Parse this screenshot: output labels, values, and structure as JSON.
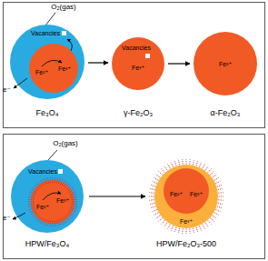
{
  "diagram": {
    "nodes": [
      {
        "text": [
          "Vacancies",
          "Fe₃O₄"
        ]
      },
      {
        "text": [
          "Fe²⁺",
          "Fe³⁺"
        ],
        "in": 0
      },
      {
        "text": [
          "Vacancies",
          "Fe³⁺",
          "γ-Fe₂O₃"
        ]
      },
      {
        "text": [
          "Fe³⁺",
          "α-Fe₂O₃"
        ]
      },
      {
        "text": [
          "Vacancies",
          "HPW/Fe₃O₄"
        ]
      },
      {
        "text": [
          "Fe²⁺",
          "Fe³⁺"
        ],
        "in": 4
      },
      {
        "text": [
          "Fe³⁺",
          "HPW/Fe₂O₃-500"
        ]
      },
      {
        "text": [
          "Fe²⁺",
          "Fe³⁺"
        ],
        "in": 6
      }
    ],
    "edges": [
      {
        "from": 0,
        "to": 2,
        "arrow": "to"
      },
      {
        "from": 2,
        "to": 3,
        "arrow": "to"
      },
      {
        "from": 4,
        "to": 6,
        "arrow": "to"
      }
    ],
    "labels": [
      "O₂(gas)",
      "e⁻",
      "O₂(gas)",
      "e⁻"
    ]
  }
}
